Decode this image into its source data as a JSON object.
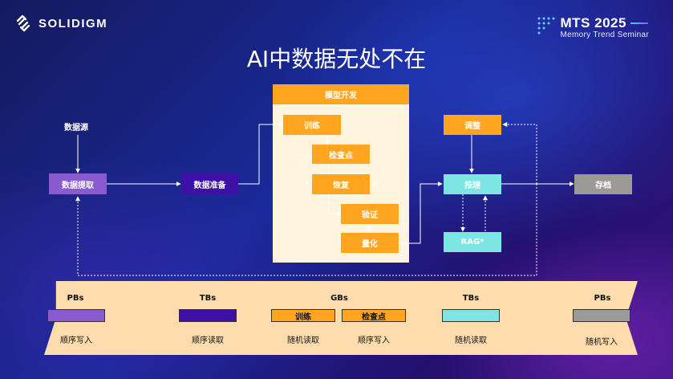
{
  "brand": {
    "logo_text": "SOLIDIGM"
  },
  "event": {
    "title": "MTS 2025",
    "subtitle": "Memory Trend Seminar"
  },
  "headline": "AI中数据无处不在",
  "flow": {
    "source": "数据源",
    "ingest": "数据提取",
    "prepare": "数据准备",
    "model_dev": {
      "title": "模型开发",
      "train": "训练",
      "checkpoint": "检查点",
      "restore": "恢复",
      "validate": "验证",
      "quantize": "量化"
    },
    "tune": "调整",
    "inference": "推理",
    "rag": "RAG*",
    "archive": "存档"
  },
  "legend": {
    "heads": [
      "PBs",
      "TBs",
      "GBs",
      "TBs",
      "PBs"
    ],
    "bars": {
      "train": "训练",
      "checkpoint": "检查点"
    },
    "captions": [
      "顺序写入",
      "顺序读取",
      "随机读取",
      "顺序写入",
      "随机读取",
      "随机写入"
    ]
  },
  "colors": {
    "orange": "#ffa520",
    "purple": "#8a5ad0",
    "indigo": "#3e0fa6",
    "cyan": "#7ee6e2",
    "grey": "#9c9a97",
    "panel_bg": "#fff4dd",
    "legend_bg": "#ffdcae"
  }
}
